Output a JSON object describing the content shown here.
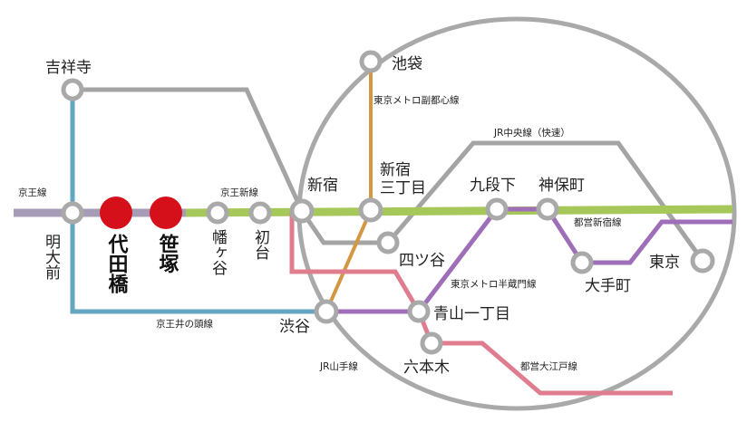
{
  "colors": {
    "keio": "#a79cb6",
    "keio_new": "#a6c85a",
    "inokashira": "#62a6c2",
    "jr_chuo": "#a4a4a4",
    "fukutoshin": "#d39641",
    "hanzomon": "#9e6fb8",
    "shinjuku_line": "#a6c85a",
    "oedo": "#df7d8f",
    "yamanote": "#a9a9a9",
    "highlight": "#d5101b"
  },
  "stations": {
    "kichijoji": "吉祥寺",
    "meidaimae": "明大前",
    "yoyogi_uehara_bashi": "代田橋",
    "sasazuka": "笹塚",
    "hatagaya": "幡ヶ谷",
    "hatsudai": "初台",
    "shinjuku": "新宿",
    "shinjuku_sanchome_1": "新宿",
    "shinjuku_sanchome_2": "三丁目",
    "yotsuya": "四ツ谷",
    "ikebukuro": "池袋",
    "kudanshita": "九段下",
    "jimbocho": "神保町",
    "otemachi": "大手町",
    "tokyo": "東京",
    "shibuya": "渋谷",
    "aoyama_itchome": "青山一丁目",
    "roppongi": "六本木"
  },
  "lines": {
    "keio": "京王線",
    "keio_new": "京王新線",
    "inokashira": "京王井の頭線",
    "fukutoshin": "東京メトロ副都心線",
    "chuo": "JR中央線（快速）",
    "shinjuku_line": "都営新宿線",
    "hanzomon": "東京メトロ半蔵門線",
    "yamanote": "JR山手線",
    "oedo": "都営大江戸線"
  }
}
